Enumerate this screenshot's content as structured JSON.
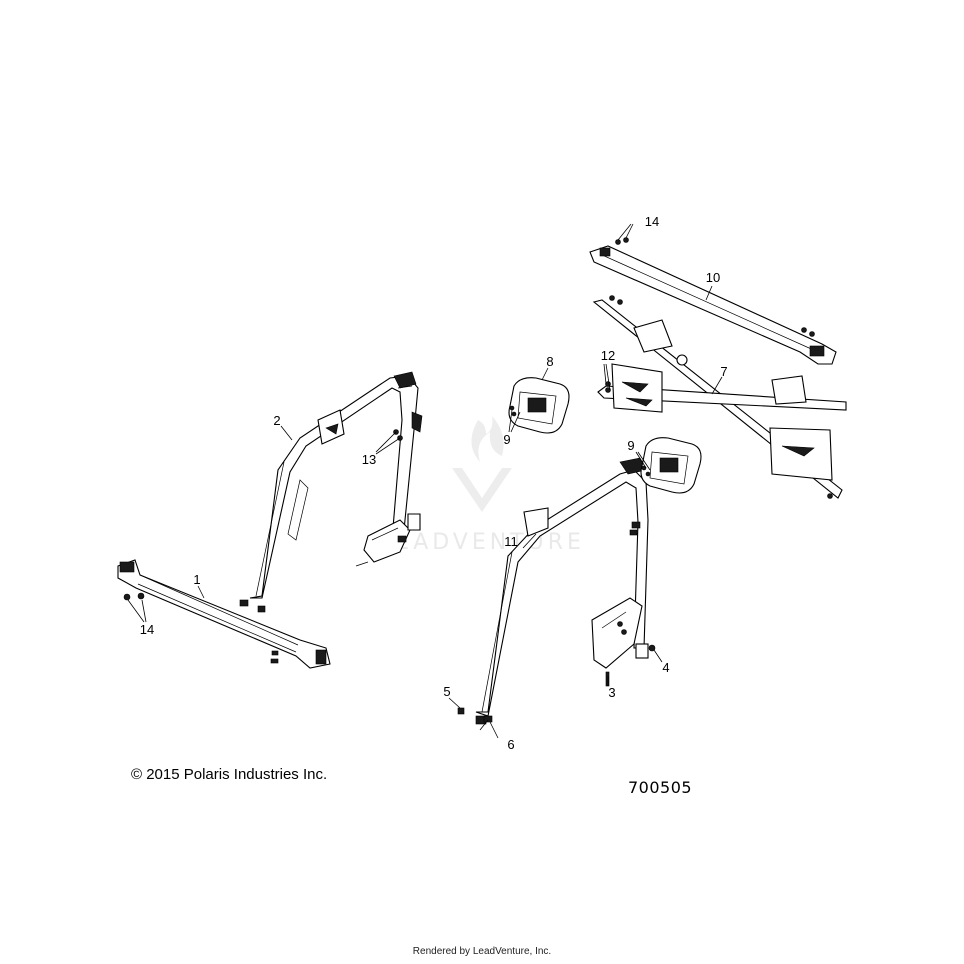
{
  "diagram": {
    "callouts": [
      "1",
      "2",
      "3",
      "4",
      "5",
      "6",
      "7",
      "8",
      "9",
      "9",
      "10",
      "11",
      "12",
      "13",
      "14",
      "14"
    ],
    "copyright": "© 2015 Polaris Industries Inc.",
    "part_number": "700505",
    "watermark": "LEADVENTURE",
    "footer": "Rendered by LeadVenture, Inc."
  }
}
